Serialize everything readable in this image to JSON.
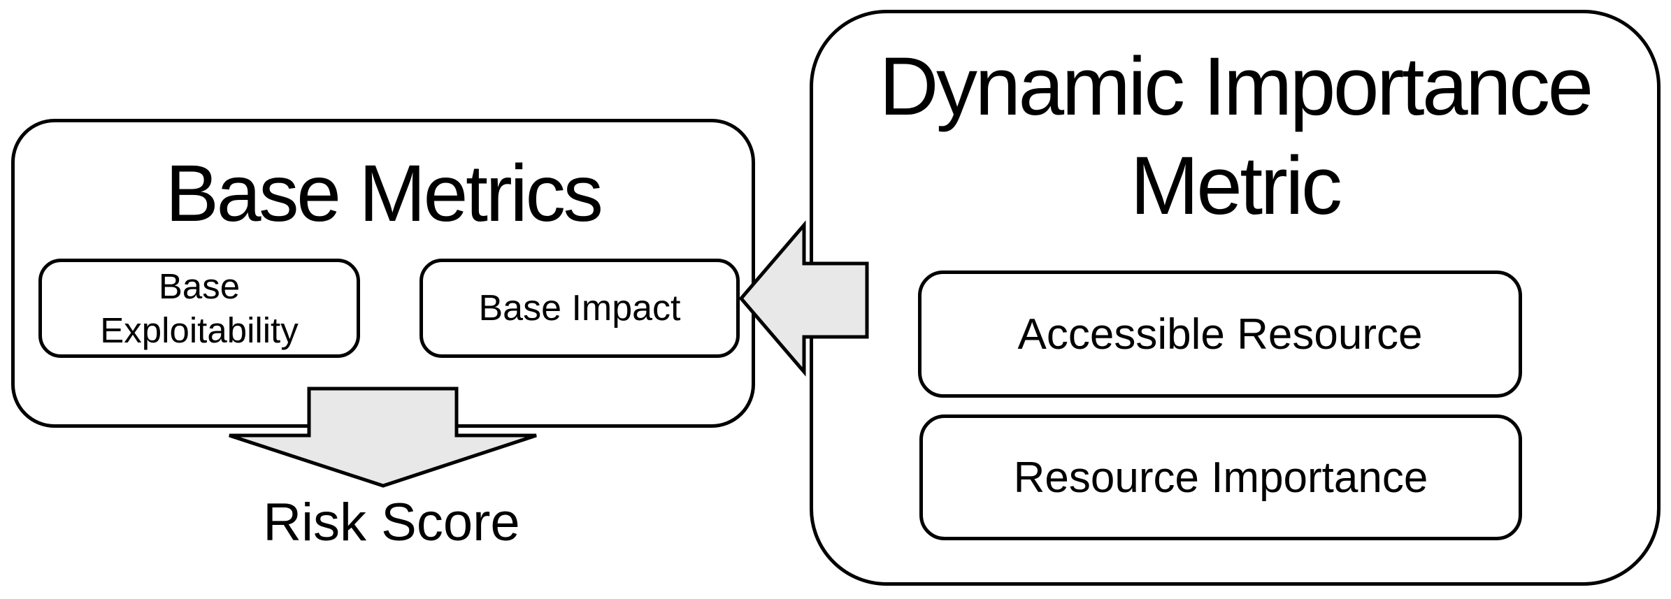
{
  "base_metrics": {
    "title": "Base Metrics",
    "exploitability_label": "Base\nExploitability",
    "impact_label": "Base Impact"
  },
  "dynamic_importance": {
    "title": "Dynamic Importance\nMetric",
    "accessible_label": "Accessible Resource",
    "resource_label": "Resource Importance"
  },
  "risk_score_label": "Risk Score",
  "colors": {
    "arrow_fill": "#e8e8e8",
    "stroke": "#000000",
    "background": "#ffffff"
  }
}
